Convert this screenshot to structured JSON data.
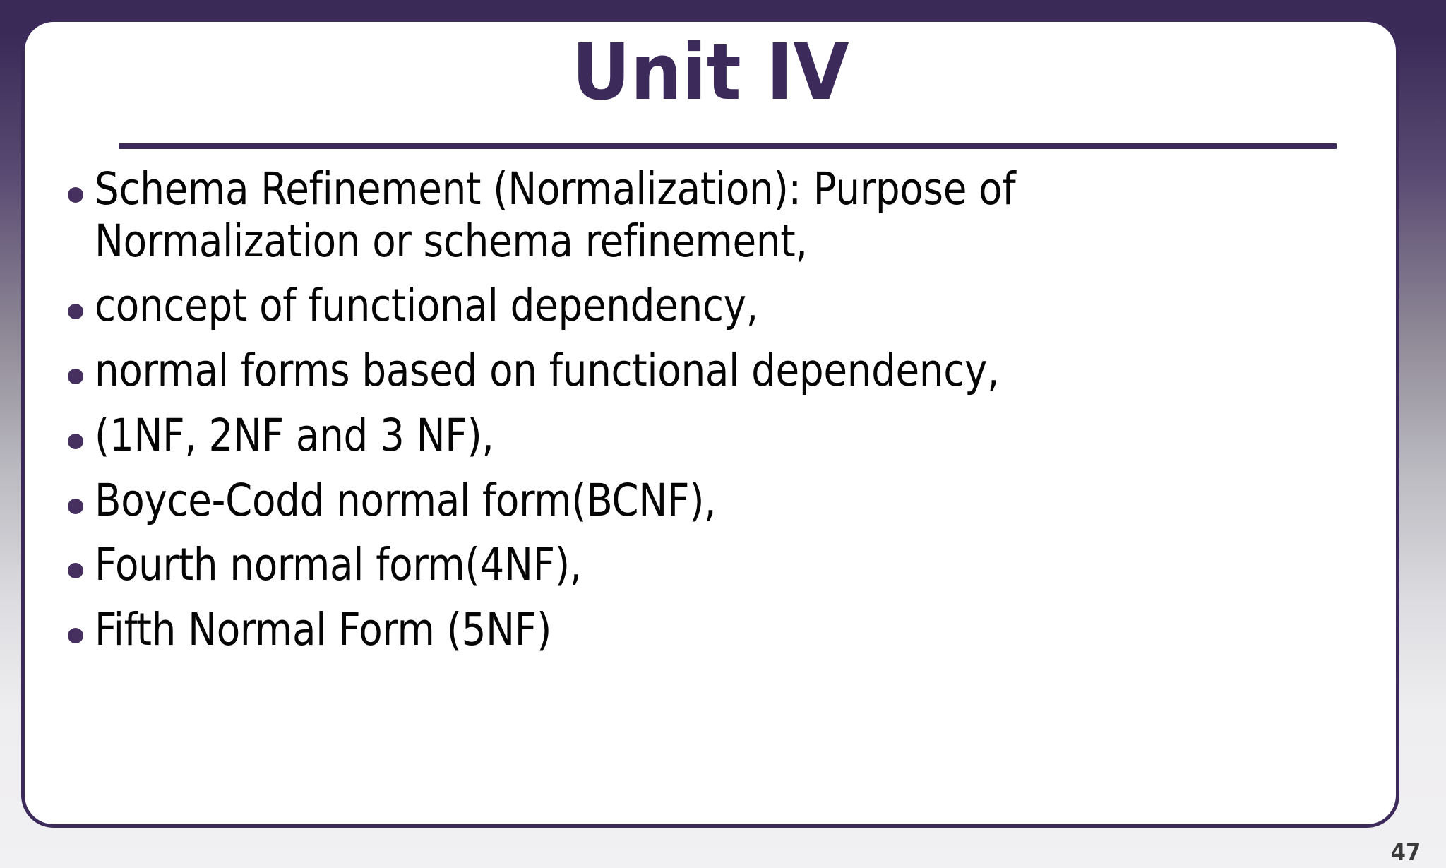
{
  "slide": {
    "title": "Unit IV",
    "page_number": "47",
    "colors": {
      "frame_purple": "#3b2a5a",
      "title_purple": "#3b2a5a",
      "bullet_purple": "#45305f",
      "body_text": "#050505",
      "slide_background": "#ffffff",
      "canvas_top": "#3a2a58",
      "canvas_bottom": "#f1f0f2"
    },
    "bullets": [
      {
        "text": "Schema Refinement (Normalization): Purpose of\nNormalization or schema refinement,"
      },
      {
        "text": "concept of functional dependency,"
      },
      {
        "text": "normal forms based on functional dependency,"
      },
      {
        "text": "(1NF, 2NF and 3 NF),"
      },
      {
        "text": "Boyce-Codd normal form(BCNF),"
      },
      {
        "text": "Fourth normal form(4NF),"
      },
      {
        "text": "Fifth Normal Form (5NF)"
      }
    ]
  }
}
